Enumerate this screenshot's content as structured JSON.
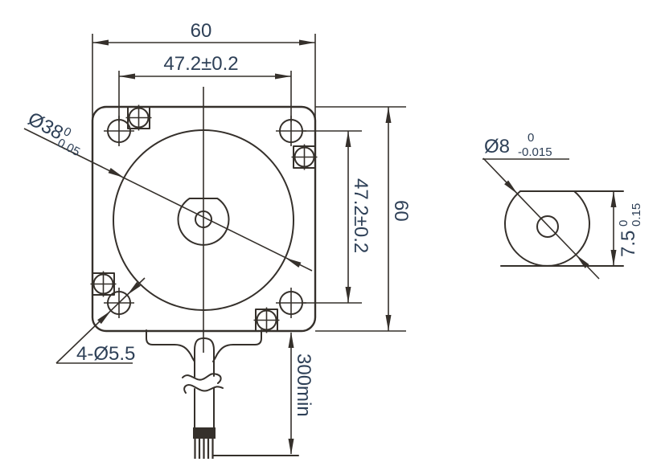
{
  "drawing_type": "stepper-motor-dimension-drawing",
  "front_view": {
    "width_top": "60",
    "hole_spacing_top": "47.2±0.2",
    "hole_spacing_right": "47.2±0.2",
    "height_right": "60",
    "cable_length": "300min",
    "pilot_label": {
      "text": "Ø38",
      "tol_upper": "0",
      "tol_lower": "0.05"
    },
    "holes_label": "4-Ø5.5"
  },
  "shaft_view": {
    "shaft_label": {
      "text": "Ø8",
      "tol_upper": "0",
      "tol_lower": "-0.015"
    },
    "flat_dim": {
      "text": "7.5",
      "tol_upper": "0",
      "tol_lower": "0.15"
    }
  },
  "colors": {
    "line": "#35302b",
    "text": "#2e4057",
    "background": "#ffffff"
  }
}
